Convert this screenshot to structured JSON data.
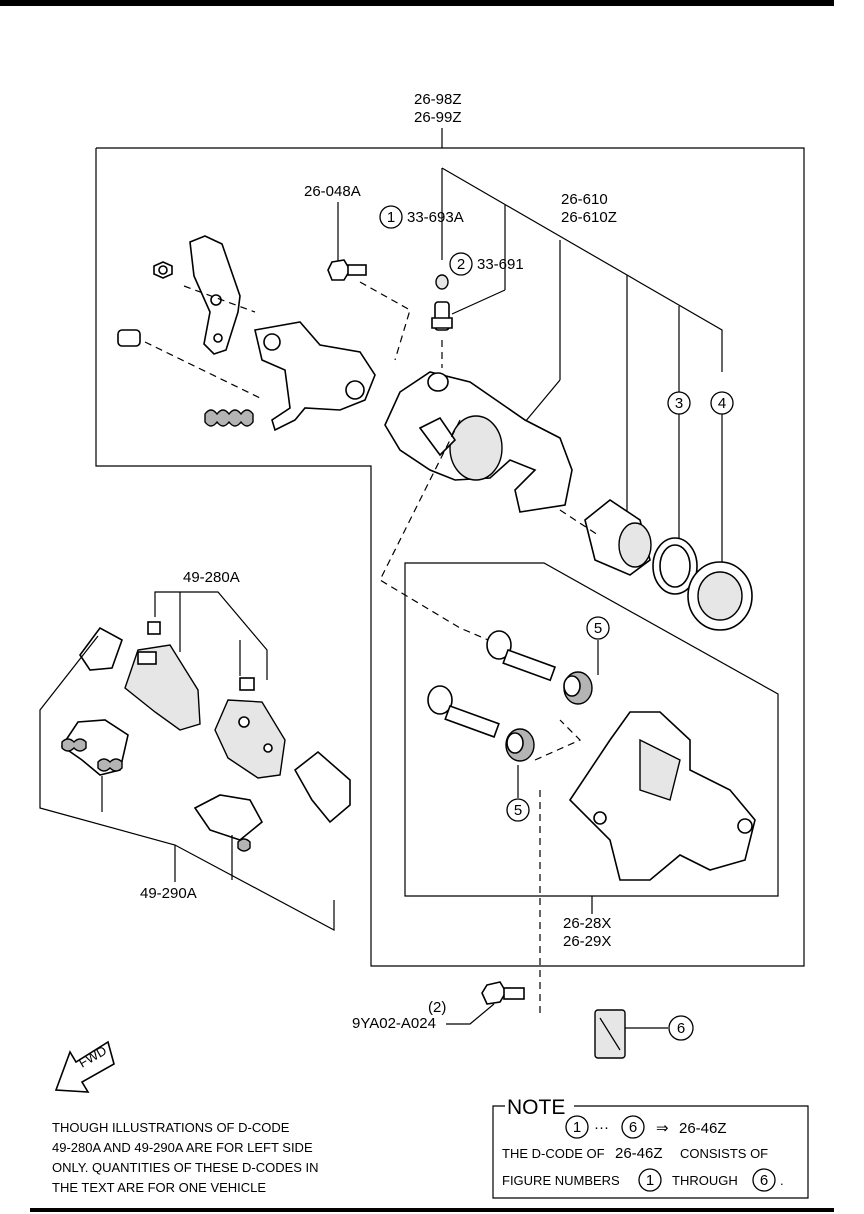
{
  "labels": {
    "caliper_assy_a": "26-98Z",
    "caliper_assy_b": "26-99Z",
    "bolt": "26-048A",
    "bleeder_cap": "33-693A",
    "bleeder_screw": "33-691",
    "piston_a": "26-610",
    "piston_b": "26-610Z",
    "pad_set": "49-280A",
    "pad_kit": "49-290A",
    "bracket_a": "26-28X",
    "bracket_b": "26-29X",
    "bolt_qty": "(2)",
    "bolt_code": "9YA02-A024",
    "fwd": "FWD"
  },
  "callouts": [
    "1",
    "2",
    "3",
    "4",
    "5",
    "5",
    "6"
  ],
  "note": {
    "title": "NOTE",
    "range_start": "1",
    "ellipsis": "···",
    "range_end": "6",
    "arrow": "⇒",
    "kit_code": "26-46Z",
    "line2_a": "THE D-CODE OF",
    "line2_code": "26-46Z",
    "line2_b": "CONSISTS OF",
    "line3_a": "FIGURE NUMBERS",
    "line3_num1": "1",
    "line3_mid": "THROUGH",
    "line3_num2": "6",
    "line3_end": "."
  },
  "disclaimer": {
    "line1": "THOUGH ILLUSTRATIONS OF D-CODE",
    "line2": "49-280A AND 49-290A ARE FOR LEFT SIDE",
    "line3": "ONLY. QUANTITIES OF THESE D-CODES IN",
    "line4": "THE TEXT ARE FOR ONE VEHICLE"
  }
}
